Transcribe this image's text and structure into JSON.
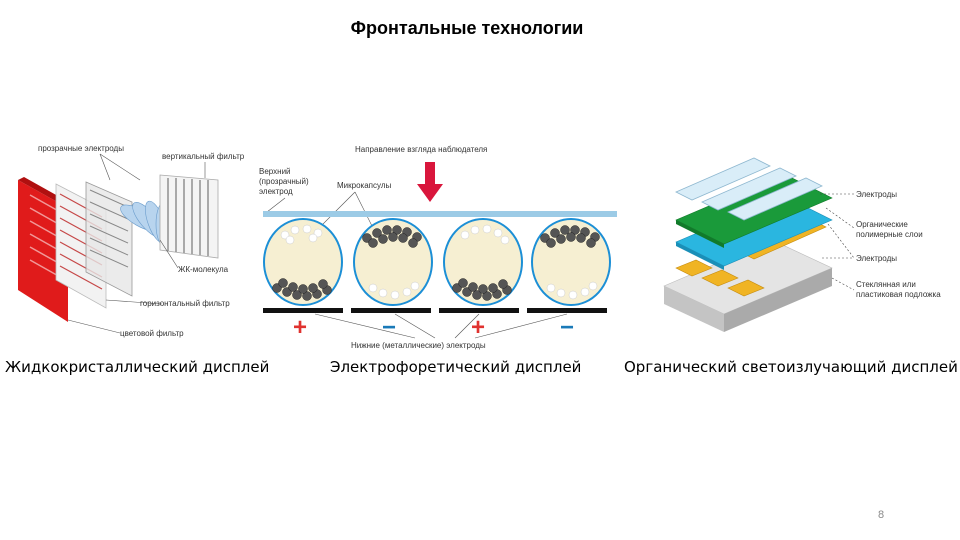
{
  "slide": {
    "title": "Фронтальные технологии",
    "page_number": "8"
  },
  "lcd": {
    "caption": "Жидкокристаллический дисплей",
    "labels": {
      "electrodes": "прозрачные электроды",
      "vertical_filter": "вертикальный фильтр",
      "lc_molecule": "ЖК-молекула",
      "horizontal_filter": "горизонтальный фильтр",
      "color_filter": "цветовой фильтр"
    }
  },
  "epd": {
    "caption": "Электрофоретический дисплей",
    "labels": {
      "viewing_direction": "Направление взгляда наблюдателя",
      "top_electrode_1": "Верхний",
      "top_electrode_2": "(прозрачный)",
      "top_electrode_3": "электрод",
      "microcapsules": "Микрокапсулы",
      "bottom_electrodes": "Нижние (металлические) электроды"
    },
    "polarities": [
      "+",
      "−",
      "+",
      "−"
    ]
  },
  "oled": {
    "caption": "Органический светоизлучающий дисплей",
    "labels": {
      "electrodes_top": "Электроды",
      "organic_1": "Органические",
      "organic_2": "полимерные слои",
      "electrodes_bottom": "Электроды",
      "substrate_1": "Стеклянная или",
      "substrate_2": "пластиковая подложка"
    }
  },
  "colors": {
    "lcd_red": "#e01b1b",
    "arrow_red": "#d9163c",
    "plus_red": "#e0322f",
    "minus_blue": "#1a7ab8",
    "capsule_fill": "#f6efd2",
    "capsule_stroke": "#1c8fd6",
    "top_electrode": "#9ccbe6",
    "oled_green": "#1a9a3a",
    "oled_cyan": "#2ab6e0",
    "oled_gold": "#f0b424",
    "oled_glass": "#d9edf8",
    "substrate": "#d2d2d2"
  }
}
